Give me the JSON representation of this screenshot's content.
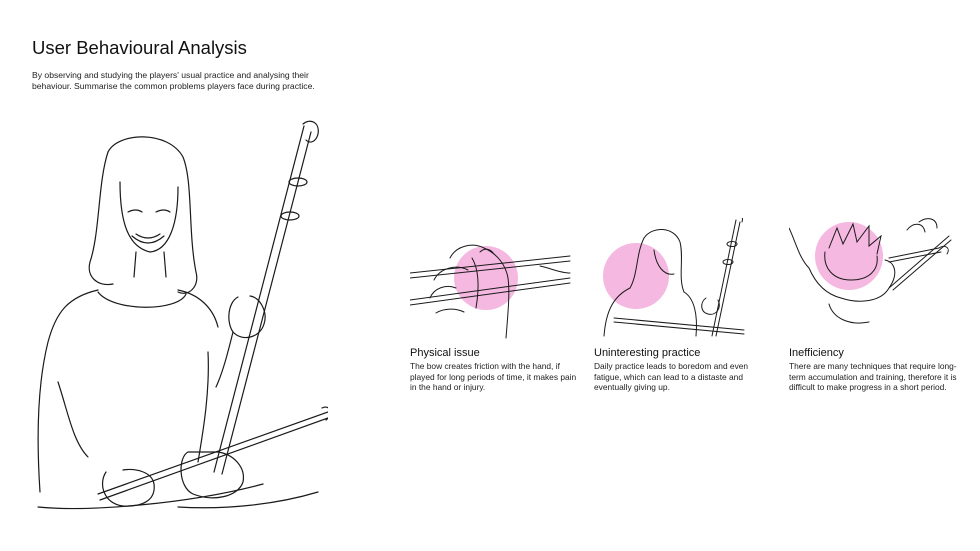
{
  "header": {
    "title": "User Behavioural Analysis",
    "intro": "By observing and studying the players' usual practice and analysing their behaviour. Summarise the common problems players face during practice."
  },
  "colors": {
    "accent": "#f5b8e0",
    "line": "#1a1a1a"
  },
  "cards": [
    {
      "title": "Physical issue",
      "body": "The bow creates friction with the hand, if played for long periods of time, it makes pain in the hand or injury."
    },
    {
      "title": "Uninteresting practice",
      "body": "Daily practice leads to boredom and even fatigue, which can lead to a distaste and eventually giving up."
    },
    {
      "title": "Inefficiency",
      "body": "There are many techniques that require long-term accumulation and training, therefore it is difficult to make progress in a short period."
    }
  ]
}
